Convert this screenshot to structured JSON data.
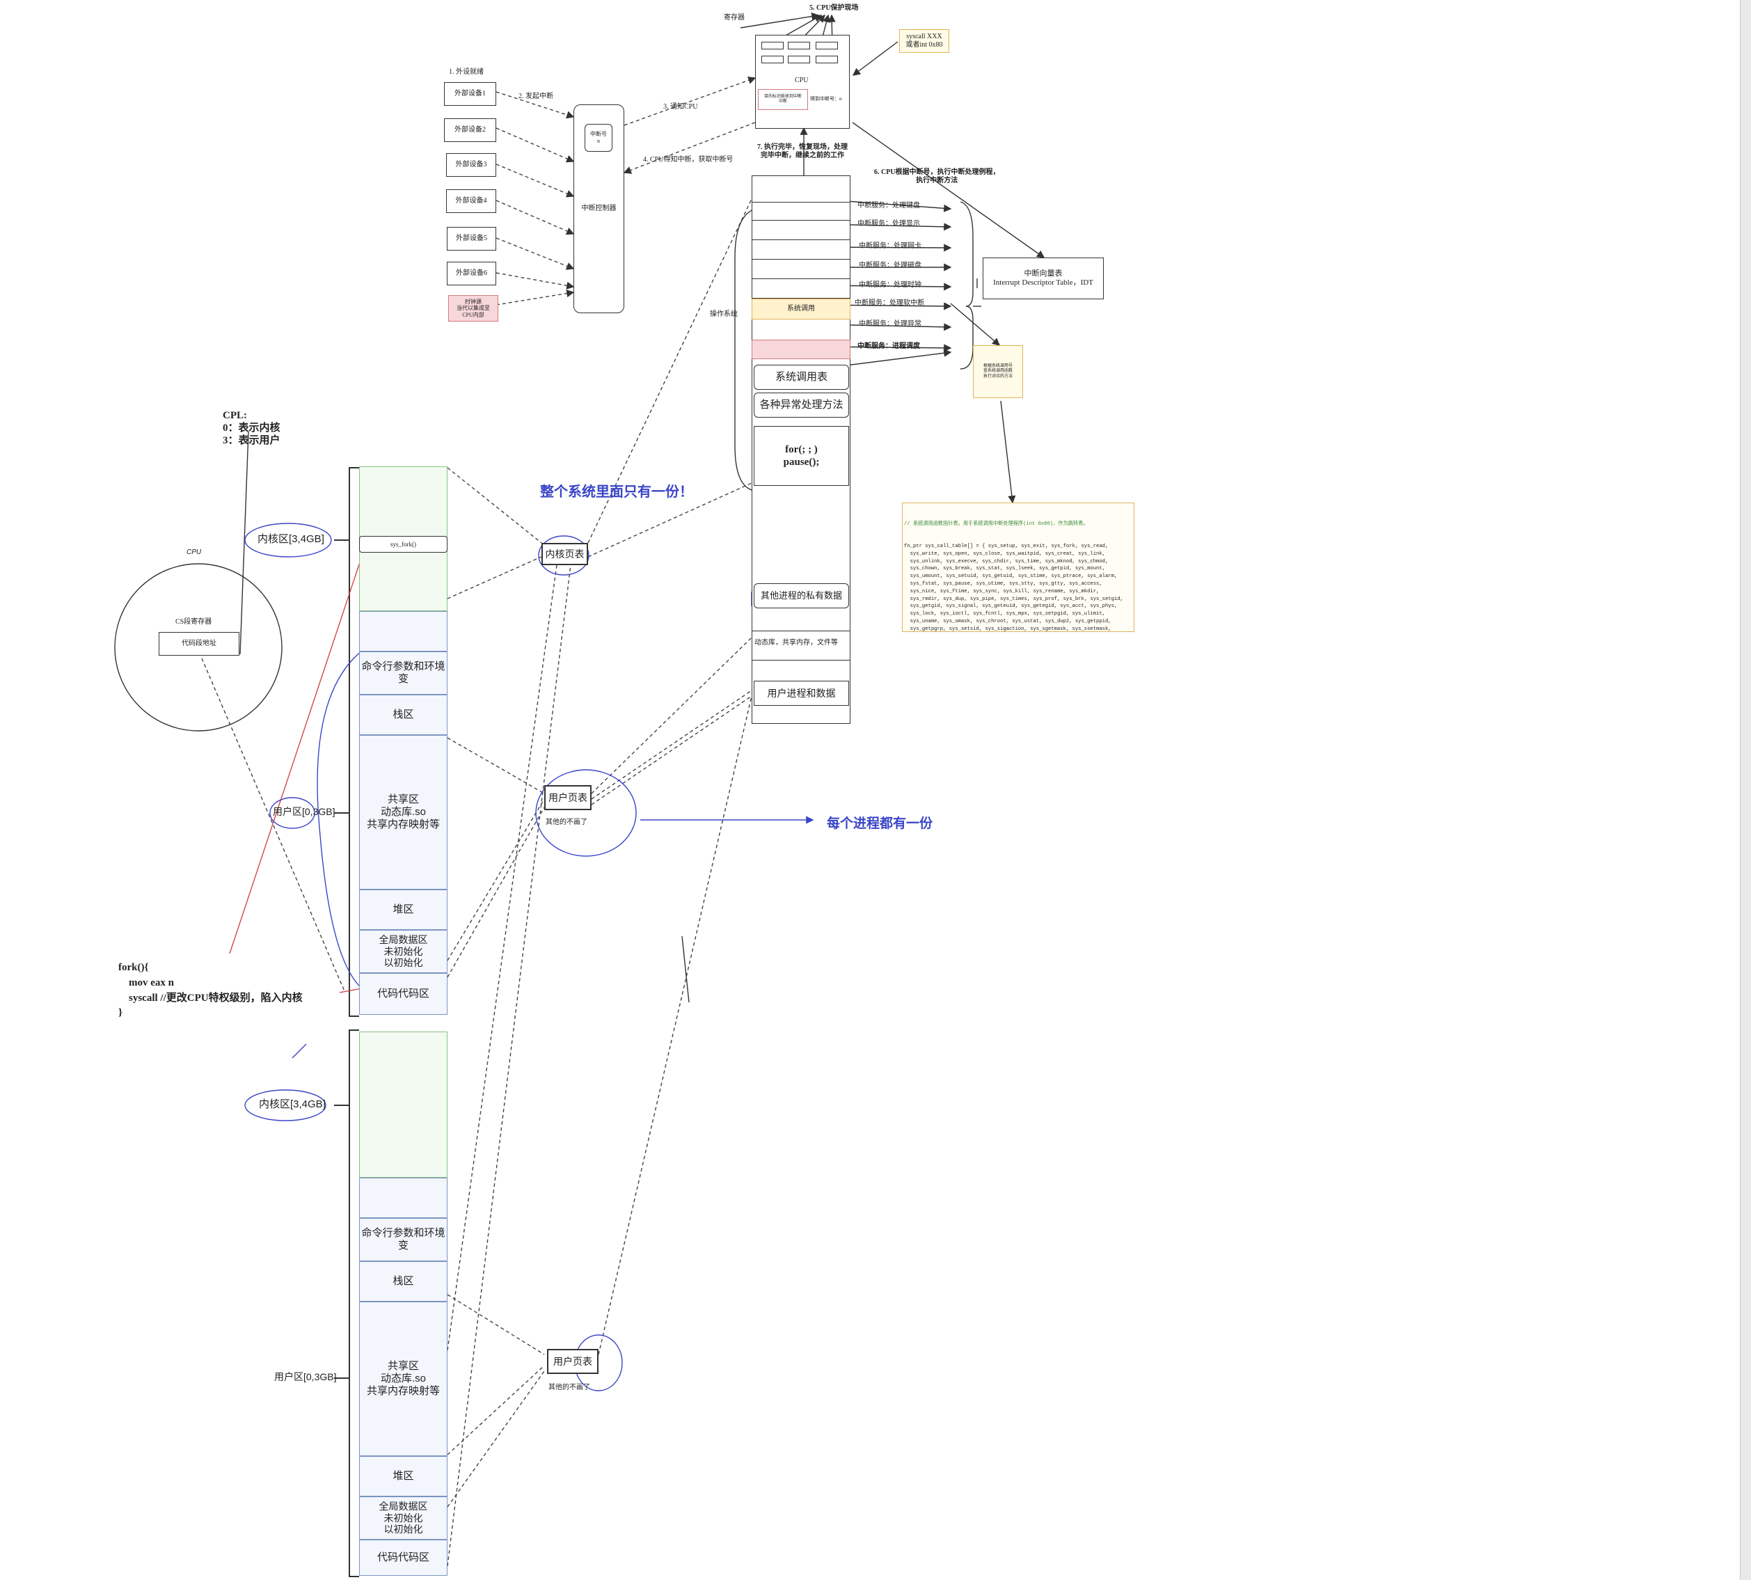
{
  "colors": {
    "kernel_fill": "#f3faf1",
    "user_fill": "#f3f6fc",
    "note_fill": "#fffbe7",
    "note_border": "#e0b45a",
    "alert_fill": "#f8d7da",
    "syscall_fill": "#fff2cc",
    "pen_blue": "#3a45c8",
    "pen_red": "#d43a3a"
  },
  "interrupt": {
    "external_ready": "1. 外设就绪",
    "raise": "2. 发起中断",
    "notify_cpu": "3. 通知CPU",
    "cpu_ack": "4. CPU得知中断，获取中断号",
    "devices": [
      "外部设备1",
      "外部设备2",
      "外部设备3",
      "外部设备4",
      "外部设备5",
      "外部设备6"
    ],
    "timer_source": "时钟源\n当代以集成至\nCPU内部",
    "controller": "中断控制器",
    "irq_number": "中断号\nn"
  },
  "cpu_block": {
    "registers_label": "寄存器",
    "protect": "5. CPU保护现场",
    "name": "CPU",
    "flag_box": "目的标识能收到中断\n中断",
    "irq_recv": "得到中断号：n",
    "syscall_note": "syscall XXX\n或者int 0x80",
    "step7": "7. 执行完毕，恢复现场，处理\n完毕中断，继续之前的工作",
    "step6": "6. CPU根据中断号，执行中断处理例程，\n执行中断方法",
    "idt": "中断向量表\nInterrupt Descriptor Table，IDT",
    "lookup_note": "根据系统调用号\n查系统调用函数\n执行对应的方法"
  },
  "os": {
    "label": "操作系统",
    "syscall_slot": "系统调用",
    "services": [
      "中断服务：处理键盘",
      "中断服务：处理显示",
      "中断服务：处理网卡",
      "中断服务：处理磁盘",
      "中断服务：处理时钟",
      "中断服务：处理软中断",
      "中断服务：处理异常",
      "中断服务：进程调度"
    ],
    "syscall_table": "系统调用表",
    "exception_handlers": "各种异常处理方法",
    "idle_loop": "for(; ; )\npause();",
    "other_private": "其他进程的私有数据",
    "shared": "动态库，共享内存，文件等",
    "user_proc": "用户进程和数据"
  },
  "code": {
    "comment": "// 系统调用函数指针表。用于系统调用中断处理程序(int 0x80)，作为跳转表。",
    "body": "fn_ptr sys_call_table[] = { sys_setup, sys_exit, sys_fork, sys_read,\n  sys_write, sys_open, sys_close, sys_waitpid, sys_creat, sys_link,\n  sys_unlink, sys_execve, sys_chdir, sys_time, sys_mknod, sys_chmod,\n  sys_chown, sys_break, sys_stat, sys_lseek, sys_getpid, sys_mount,\n  sys_umount, sys_setuid, sys_getuid, sys_stime, sys_ptrace, sys_alarm,\n  sys_fstat, sys_pause, sys_utime, sys_stty, sys_gtty, sys_access,\n  sys_nice, sys_ftime, sys_sync, sys_kill, sys_rename, sys_mkdir,\n  sys_rmdir, sys_dup, sys_pipe, sys_times, sys_prof, sys_brk, sys_setgid,\n  sys_getgid, sys_signal, sys_geteuid, sys_getegid, sys_acct, sys_phys,\n  sys_lock, sys_ioctl, sys_fcntl, sys_mpx, sys_setpgid, sys_ulimit,\n  sys_uname, sys_umask, sys_chroot, sys_ustat, sys_dup2, sys_getppid,\n  sys_getpgrp, sys_setsid, sys_sigaction, sys_sgetmask, sys_ssetmask,\n  sys_setreuid, sys_setregid\n};"
  },
  "cpl": {
    "title": "CPL:",
    "zero": "0：表示内核",
    "three": "3：表示用户"
  },
  "cpu_circle": {
    "label": "CPU",
    "cs_register": "CS段寄存器",
    "code_seg_addr": "代码段地址"
  },
  "fork_code": "fork(){\n    mov eax n\n    syscall //更改CPU特权级别，陷入内核\n}",
  "notes": {
    "one_copy": "整个系统里面只有一份！",
    "per_process": "每个进程都有一份"
  },
  "address_space": [
    {
      "kernel_label": "内核区[3,4GB]",
      "user_label": "用户区[0,3GB]",
      "sys_fork": "sys_fork()",
      "segments": [
        "命令行参数和环境变",
        "栈区",
        "共享区\n动态库.so\n共享内存映射等",
        "堆区",
        "全局数据区\n未初始化\n以初始化",
        "代码代码区"
      ],
      "kernel_page_table": "内核页表",
      "user_page_table": "用户页表",
      "others": "其他的不画了"
    },
    {
      "kernel_label": "内核区[3,4GB]",
      "user_label": "用户区[0,3GB]",
      "segments": [
        "命令行参数和环境变",
        "栈区",
        "共享区\n动态库.so\n共享内存映射等",
        "堆区",
        "全局数据区\n未初始化\n以初始化",
        "代码代码区"
      ],
      "user_page_table": "用户页表",
      "others": "其他的不画了"
    }
  ]
}
